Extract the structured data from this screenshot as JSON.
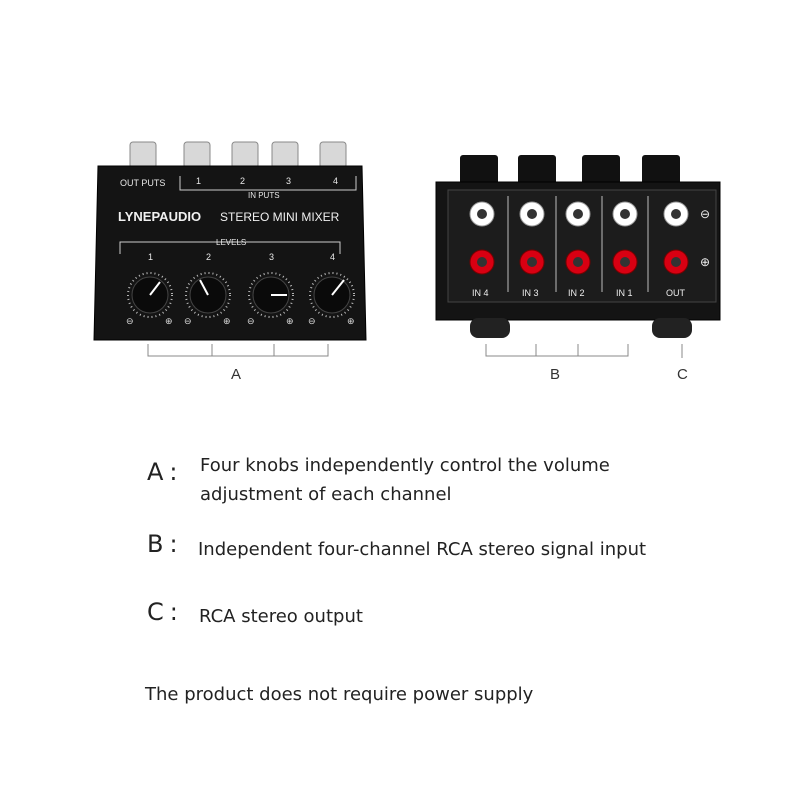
{
  "front_panel": {
    "brand": "LYNEPAUDIO",
    "model": "STEREO MINI MIXER",
    "outputs_label": "OUT PUTS",
    "inputs_label": "IN PUTS",
    "input_numbers": [
      "1",
      "2",
      "3",
      "4"
    ],
    "levels_label": "LEVELS",
    "knob_numbers": [
      "1",
      "2",
      "3",
      "4"
    ],
    "minus_symbol": "⊖",
    "plus_symbol": "⊕"
  },
  "rear_panel": {
    "jack_labels": [
      "IN 4",
      "IN 3",
      "IN 2",
      "IN 1",
      "OUT"
    ],
    "minus_symbol": "⊖",
    "plus_symbol": "⊕"
  },
  "brackets": {
    "a": "A",
    "b": "B",
    "c": "C"
  },
  "descriptions": [
    {
      "letter": "A",
      "sep": ":",
      "line1": "Four knobs independently control the volume",
      "line2": "adjustment of each channel"
    },
    {
      "letter": "B",
      "sep": ":",
      "line1": "Independent four-channel RCA stereo signal input"
    },
    {
      "letter": "C",
      "sep": ":",
      "line1": "RCA stereo output"
    }
  ],
  "footer": "The product does not require power supply"
}
